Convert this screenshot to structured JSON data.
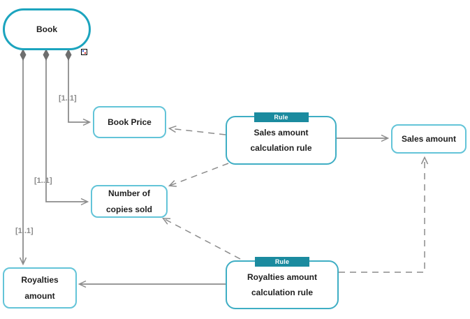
{
  "diagram": {
    "type": "concept-model",
    "colors": {
      "main_term_border": "#1CA4BE",
      "term_border": "#63C4D8",
      "rule_border": "#3FAEC4",
      "rule_badge_bg": "#1B8B9F",
      "rule_badge_text": "#ffffff",
      "connector_gray": "#8C8C8C",
      "diamond_fill": "#6E6E6E",
      "label_text": "#1F1F1F"
    },
    "nodes": {
      "book": "Book",
      "book_price": "Book Price",
      "copies_sold": "Number of copies sold",
      "royalties_amount": "Royalties amount",
      "sales_amount": "Sales amount",
      "sales_rule": "Sales amount calculation rule",
      "royalties_rule": "Royalties amount calculation rule"
    },
    "badges": {
      "rule": "Rule"
    },
    "multiplicities": {
      "book_book_price": "[1..1]",
      "book_copies_sold": "[1..1]",
      "book_royalties_amount": "[1..1]"
    },
    "edges": [
      {
        "from": "book",
        "to": "book_price",
        "style": "solid",
        "start": "diamond",
        "end": "open-arrow",
        "label": "[1..1]"
      },
      {
        "from": "book",
        "to": "copies_sold",
        "style": "solid",
        "start": "diamond",
        "end": "open-arrow",
        "label": "[1..1]"
      },
      {
        "from": "book",
        "to": "royalties_amount",
        "style": "solid",
        "start": "diamond",
        "end": "open-arrow",
        "label": "[1..1]"
      },
      {
        "from": "sales_rule",
        "to": "sales_amount",
        "style": "solid",
        "end": "open-arrow"
      },
      {
        "from": "sales_rule",
        "to": "book_price",
        "style": "dashed",
        "end": "open-arrow"
      },
      {
        "from": "sales_rule",
        "to": "copies_sold",
        "style": "dashed",
        "end": "open-arrow"
      },
      {
        "from": "royalties_rule",
        "to": "royalties_amount",
        "style": "solid",
        "end": "open-arrow"
      },
      {
        "from": "royalties_rule",
        "to": "copies_sold",
        "style": "dashed",
        "end": "open-arrow"
      },
      {
        "from": "royalties_rule",
        "to": "sales_amount",
        "style": "dashed",
        "end": "open-arrow"
      }
    ]
  }
}
